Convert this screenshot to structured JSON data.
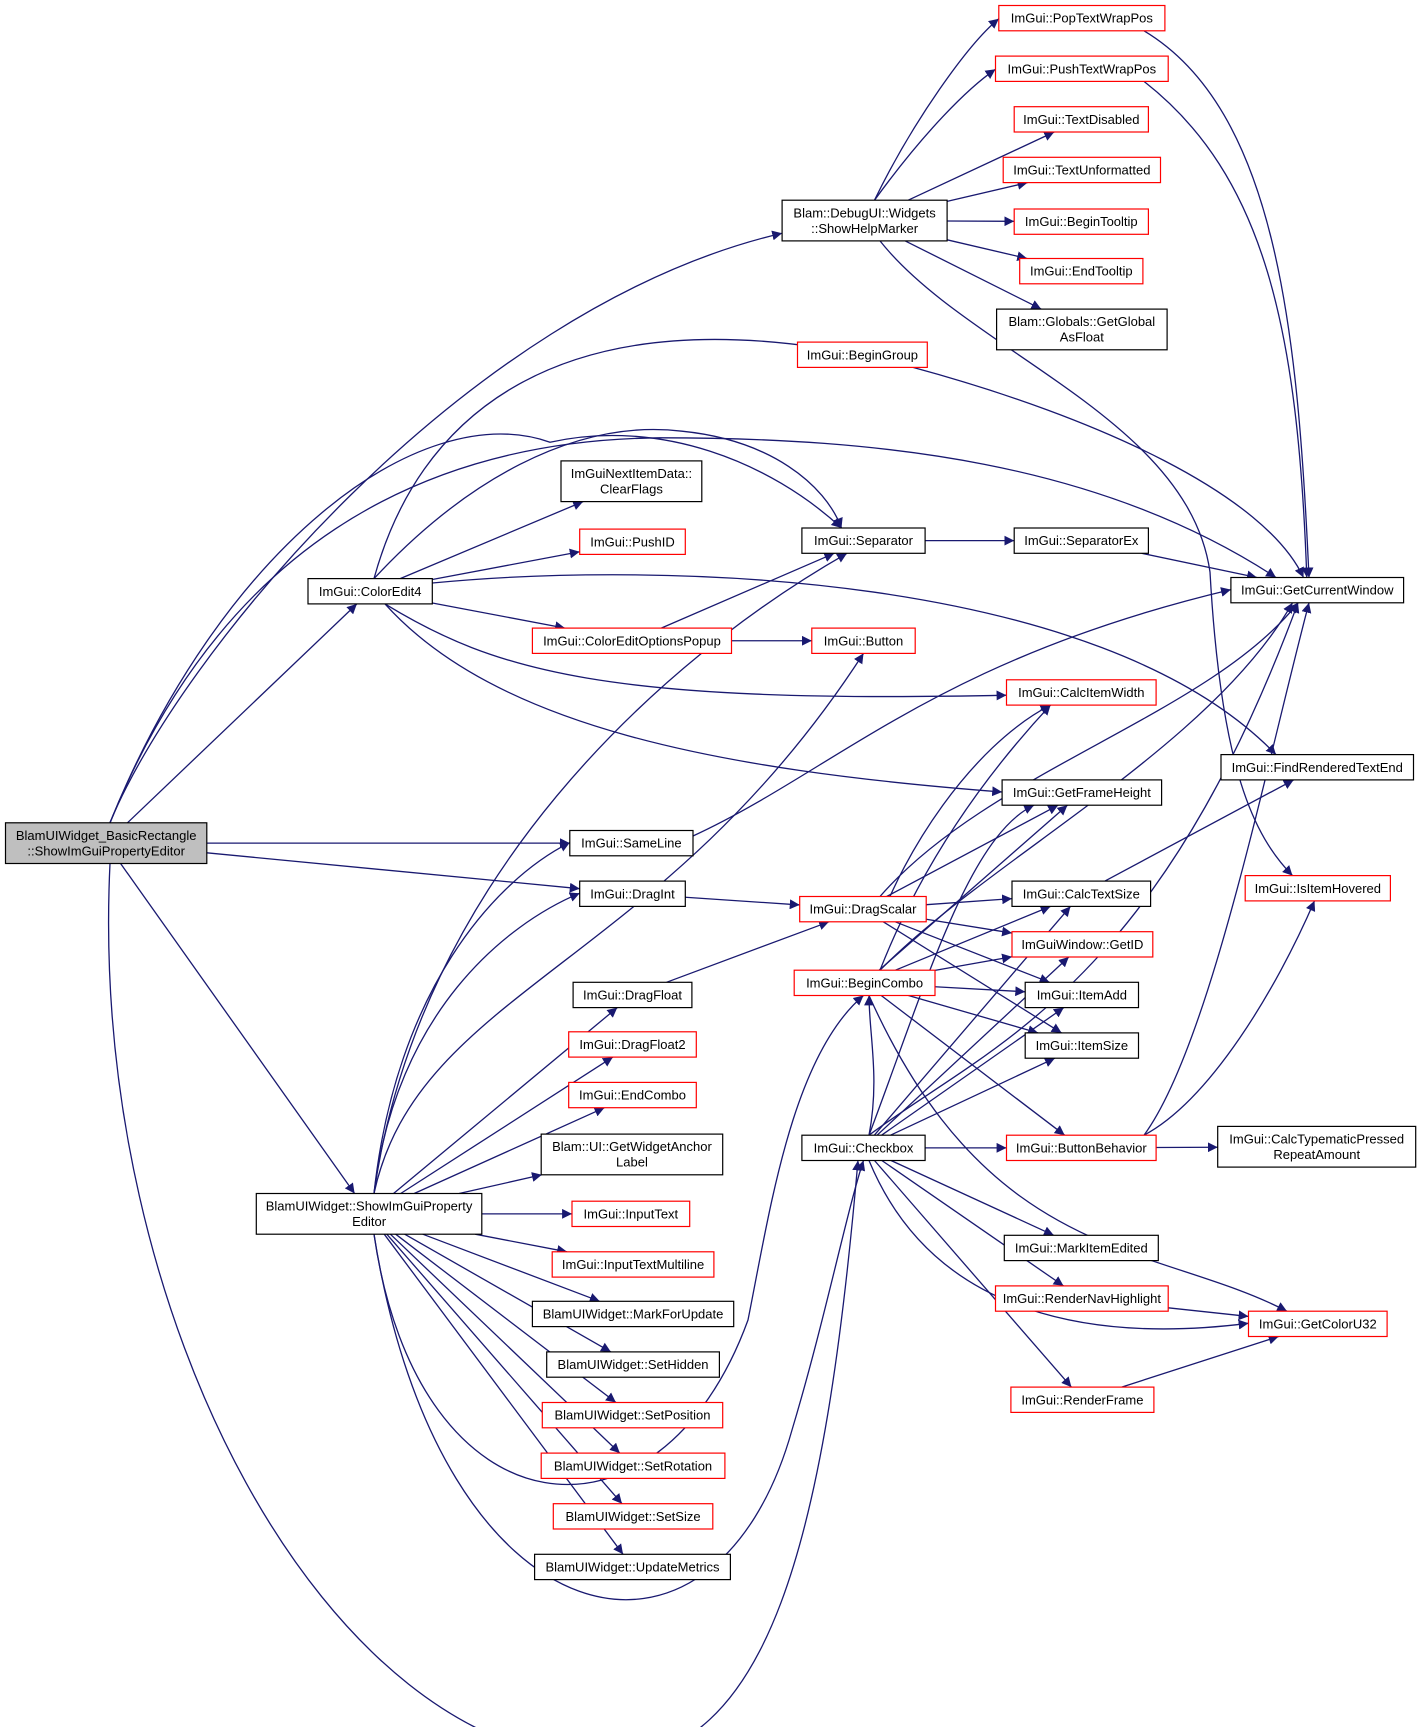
{
  "colors": {
    "edge": "#191970",
    "root_fill": "#bfbfbf",
    "plain_border": "#000000",
    "linked_border": "#ff0000",
    "background": "#ffffff"
  },
  "nodes": [
    {
      "id": "root",
      "lines": [
        "BlamUIWidget_BasicRectangle",
        "::ShowImGuiPropertyEditor"
      ],
      "style": "root"
    },
    {
      "id": "showHelp",
      "lines": [
        "Blam::DebugUI::Widgets",
        "::ShowHelpMarker"
      ],
      "style": "black"
    },
    {
      "id": "popTW",
      "lines": [
        "ImGui::PopTextWrapPos"
      ],
      "style": "red"
    },
    {
      "id": "pushTW",
      "lines": [
        "ImGui::PushTextWrapPos"
      ],
      "style": "red"
    },
    {
      "id": "textDis",
      "lines": [
        "ImGui::TextDisabled"
      ],
      "style": "red"
    },
    {
      "id": "textUnf",
      "lines": [
        "ImGui::TextUnformatted"
      ],
      "style": "red"
    },
    {
      "id": "beginTT",
      "lines": [
        "ImGui::BeginTooltip"
      ],
      "style": "red"
    },
    {
      "id": "endTT",
      "lines": [
        "ImGui::EndTooltip"
      ],
      "style": "red"
    },
    {
      "id": "getGlobal",
      "lines": [
        "Blam::Globals::GetGlobal",
        "AsFloat"
      ],
      "style": "black"
    },
    {
      "id": "beginGroup",
      "lines": [
        "ImGui::BeginGroup"
      ],
      "style": "red"
    },
    {
      "id": "clearFlags",
      "lines": [
        "ImGuiNextItemData::",
        "ClearFlags"
      ],
      "style": "black"
    },
    {
      "id": "pushID",
      "lines": [
        "ImGui::PushID"
      ],
      "style": "red"
    },
    {
      "id": "separator",
      "lines": [
        "ImGui::Separator"
      ],
      "style": "black"
    },
    {
      "id": "separatorEx",
      "lines": [
        "ImGui::SeparatorEx"
      ],
      "style": "black"
    },
    {
      "id": "getCurWin",
      "lines": [
        "ImGui::GetCurrentWindow"
      ],
      "style": "black"
    },
    {
      "id": "colorEdit4",
      "lines": [
        "ImGui::ColorEdit4"
      ],
      "style": "black"
    },
    {
      "id": "ceOptPopup",
      "lines": [
        "ImGui::ColorEditOptionsPopup"
      ],
      "style": "red"
    },
    {
      "id": "button",
      "lines": [
        "ImGui::Button"
      ],
      "style": "red"
    },
    {
      "id": "calcItemW",
      "lines": [
        "ImGui::CalcItemWidth"
      ],
      "style": "red"
    },
    {
      "id": "findRTE",
      "lines": [
        "ImGui::FindRenderedTextEnd"
      ],
      "style": "black"
    },
    {
      "id": "getFrameH",
      "lines": [
        "ImGui::GetFrameHeight"
      ],
      "style": "black"
    },
    {
      "id": "sameLine",
      "lines": [
        "ImGui::SameLine"
      ],
      "style": "black"
    },
    {
      "id": "dragInt",
      "lines": [
        "ImGui::DragInt"
      ],
      "style": "black"
    },
    {
      "id": "dragScalar",
      "lines": [
        "ImGui::DragScalar"
      ],
      "style": "red"
    },
    {
      "id": "calcTextSize",
      "lines": [
        "ImGui::CalcTextSize"
      ],
      "style": "black"
    },
    {
      "id": "isItemHov",
      "lines": [
        "ImGui::IsItemHovered"
      ],
      "style": "red"
    },
    {
      "id": "getID",
      "lines": [
        "ImGuiWindow::GetID"
      ],
      "style": "red"
    },
    {
      "id": "beginCombo",
      "lines": [
        "ImGui::BeginCombo"
      ],
      "style": "red"
    },
    {
      "id": "dragFloat",
      "lines": [
        "ImGui::DragFloat"
      ],
      "style": "black"
    },
    {
      "id": "itemAdd",
      "lines": [
        "ImGui::ItemAdd"
      ],
      "style": "black"
    },
    {
      "id": "itemSize",
      "lines": [
        "ImGui::ItemSize"
      ],
      "style": "black"
    },
    {
      "id": "dragFloat2",
      "lines": [
        "ImGui::DragFloat2"
      ],
      "style": "red"
    },
    {
      "id": "endCombo",
      "lines": [
        "ImGui::EndCombo"
      ],
      "style": "red"
    },
    {
      "id": "getWAL",
      "lines": [
        "Blam::UI::GetWidgetAnchor",
        "Label"
      ],
      "style": "black"
    },
    {
      "id": "checkbox",
      "lines": [
        "ImGui::Checkbox"
      ],
      "style": "black"
    },
    {
      "id": "buttonBeh",
      "lines": [
        "ImGui::ButtonBehavior"
      ],
      "style": "red"
    },
    {
      "id": "calcTypem",
      "lines": [
        "ImGui::CalcTypematicPressed",
        "RepeatAmount"
      ],
      "style": "black"
    },
    {
      "id": "showEditor",
      "lines": [
        "BlamUIWidget::ShowImGuiProperty",
        "Editor"
      ],
      "style": "black"
    },
    {
      "id": "inputText",
      "lines": [
        "ImGui::InputText"
      ],
      "style": "red"
    },
    {
      "id": "inputTextML",
      "lines": [
        "ImGui::InputTextMultiline"
      ],
      "style": "red"
    },
    {
      "id": "markItemEd",
      "lines": [
        "ImGui::MarkItemEdited"
      ],
      "style": "black"
    },
    {
      "id": "markForUpd",
      "lines": [
        "BlamUIWidget::MarkForUpdate"
      ],
      "style": "black"
    },
    {
      "id": "renderNav",
      "lines": [
        "ImGui::RenderNavHighlight"
      ],
      "style": "red"
    },
    {
      "id": "getColorU32",
      "lines": [
        "ImGui::GetColorU32"
      ],
      "style": "red"
    },
    {
      "id": "setHidden",
      "lines": [
        "BlamUIWidget::SetHidden"
      ],
      "style": "black"
    },
    {
      "id": "renderFrame",
      "lines": [
        "ImGui::RenderFrame"
      ],
      "style": "red"
    },
    {
      "id": "setPosition",
      "lines": [
        "BlamUIWidget::SetPosition"
      ],
      "style": "red"
    },
    {
      "id": "setRotation",
      "lines": [
        "BlamUIWidget::SetRotation"
      ],
      "style": "red"
    },
    {
      "id": "setSize",
      "lines": [
        "BlamUIWidget::SetSize"
      ],
      "style": "red"
    },
    {
      "id": "updateMetrics",
      "lines": [
        "BlamUIWidget::UpdateMetrics"
      ],
      "style": "black"
    }
  ]
}
